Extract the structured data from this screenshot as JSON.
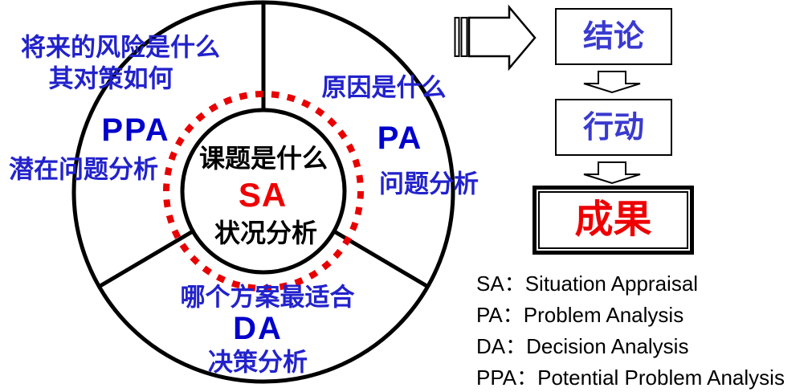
{
  "colors": {
    "blue_text": "#2222CC",
    "acronym_blue": "#0000CC",
    "flow_blue": "#3A3AD0",
    "red": "#EE0000",
    "black": "#000000"
  },
  "wheel": {
    "center": {
      "question": "课题是什么",
      "acronym": "SA",
      "name": "状况分析"
    },
    "sectors": {
      "ppa": {
        "question_line1": "将来的风险是什么",
        "question_line2": "其对策如何",
        "acronym": "PPA",
        "name": "潜在问题分析"
      },
      "pa": {
        "question": "原因是什么",
        "acronym": "PA",
        "name": "问题分析"
      },
      "da": {
        "question": "哪个方案最适合",
        "acronym": "DA",
        "name": "决策分析"
      }
    }
  },
  "flow": {
    "conclusion": "结论",
    "action": "行动",
    "result": "成果"
  },
  "legend": {
    "separator": "：",
    "items": [
      {
        "abbr": "SA",
        "full": "Situation Appraisal"
      },
      {
        "abbr": "PA",
        "full": "Problem Analysis"
      },
      {
        "abbr": "DA",
        "full": "Decision Analysis"
      },
      {
        "abbr": "PPA",
        "full": "Potential Problem Analysis"
      }
    ]
  }
}
